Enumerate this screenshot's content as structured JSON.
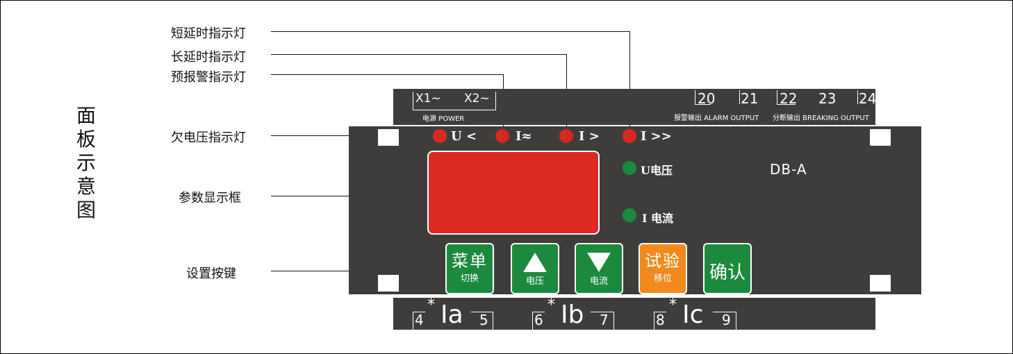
{
  "side_title": "面\n板\n示\n意\n图",
  "callouts": {
    "short_delay": "短延时指示灯",
    "long_delay": "长延时指示灯",
    "pre_alarm": "预报警指示灯",
    "undervoltage": "欠电压指示灯",
    "display": "参数显示框",
    "keys": "设置按键"
  },
  "top_strip": {
    "x1": "X1~",
    "x2": "X2~",
    "power": "电源 POWER",
    "t20": "20",
    "t21": "21",
    "t22": "22",
    "t23": "23",
    "t24": "24",
    "alarm": "报警输出 ALARM OUTPUT",
    "breaking": "分断输出 BREAKING OUTPUT"
  },
  "leds": {
    "u_less": "U <",
    "i_approx": "I≈",
    "i_greater": "I >",
    "i_double": "I >>",
    "u_voltage": "U电压",
    "i_current": "I 电流",
    "red_color": "#d42a1e",
    "green_color": "#1b8a3c"
  },
  "model": "DB-A",
  "keys": {
    "menu_big": "菜单",
    "menu_small": "切换",
    "up_small": "电压",
    "down_small": "电流",
    "test_big": "试验",
    "test_small": "移位",
    "confirm": "确认",
    "green_color": "#1b8a3c",
    "orange_color": "#f08a1d"
  },
  "bottom_strip": {
    "t4": "4",
    "ia": "Ia",
    "t5": "5",
    "t6": "6",
    "ib": "Ib",
    "t7": "7",
    "t8": "8",
    "ic": "Ic",
    "t9": "9",
    "star": "*"
  }
}
